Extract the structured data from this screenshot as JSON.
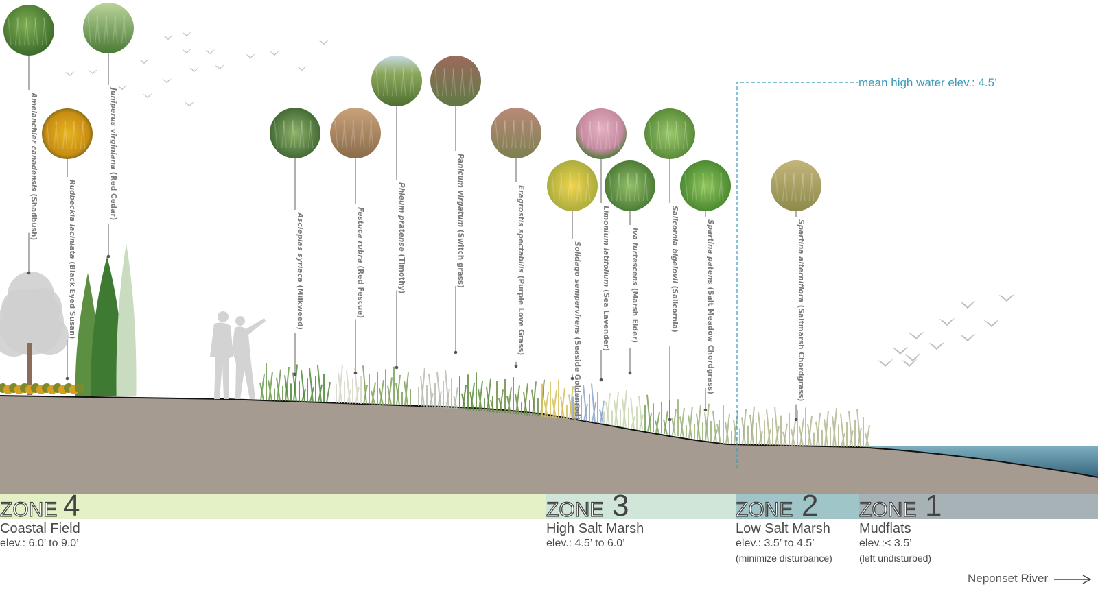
{
  "mean_high_water": "mean high water elev.: 4.5’",
  "plants": [
    {
      "latin": "Amelanchier canadensis",
      "common": "(Shadbush)",
      "common2": ""
    },
    {
      "latin": "Rudbeckia laciniata",
      "common": "(Black Eyed Susan)",
      "common2": ""
    },
    {
      "latin": "Juniperus virginiana",
      "common": "(Red Cedar)",
      "common2": ""
    },
    {
      "latin": "Asclepias syriaca",
      "common": "(Milkweed)",
      "common2": ""
    },
    {
      "latin": "Festuca rubra",
      "common": "(Red Fescue)",
      "common2": ""
    },
    {
      "latin": "Phleum pratense",
      "common": "(Timothy)",
      "common2": ""
    },
    {
      "latin": "Panicum virgatum",
      "common": "(Switch grass)",
      "common2": ""
    },
    {
      "latin": "Eragrostis spectabilis",
      "common": "(Purple Love Grass)",
      "common2": ""
    },
    {
      "latin": "Solidago sempervirens",
      "common": "(Seaside Goldenrod)",
      "common2": ""
    },
    {
      "latin": "Limonium latifolium",
      "common": "(Sea Lavender)",
      "common2": ""
    },
    {
      "latin": "Iva furtescens",
      "common": "(Marsh Elder)",
      "common2": ""
    },
    {
      "latin": "Salicornia bigelovii",
      "common": "(Salicornia)",
      "common2": ""
    },
    {
      "latin": "Spartina patens",
      "common": "(Salt Meadow Chordgrass)",
      "common2": ""
    },
    {
      "latin": "Spartina alterniflora",
      "common": "(Saltmarsh Chordgrass)",
      "common2": ""
    }
  ],
  "zones": [
    {
      "word": "ZONE",
      "number": "4",
      "name": "Coastal Field",
      "elev": "elev.: 6.0’ to 9.0’",
      "note": ""
    },
    {
      "word": "ZONE",
      "number": "3",
      "name": "High Salt Marsh",
      "elev": "elev.: 4.5’ to 6.0’",
      "note": ""
    },
    {
      "word": "ZONE",
      "number": "2",
      "name": "Low Salt Marsh",
      "elev": "elev.: 3.5’ to 4.5’",
      "note": "(minimize disturbance)"
    },
    {
      "word": "ZONE",
      "number": "1",
      "name": "Mudflats",
      "elev": "elev.:< 3.5’",
      "note": "(left undisturbed)"
    }
  ],
  "river_label": "Neponset River",
  "colors": {
    "ground": "#a69b91",
    "ground_line": "#111111",
    "water": "#3a6f86",
    "zone4_band": "#e4f1c6",
    "zone3_band": "#cfe6d8",
    "zone2_band": "#9fc5c8",
    "zone1_band": "#a7b2b6",
    "mhw_line": "#3d9bb9"
  }
}
